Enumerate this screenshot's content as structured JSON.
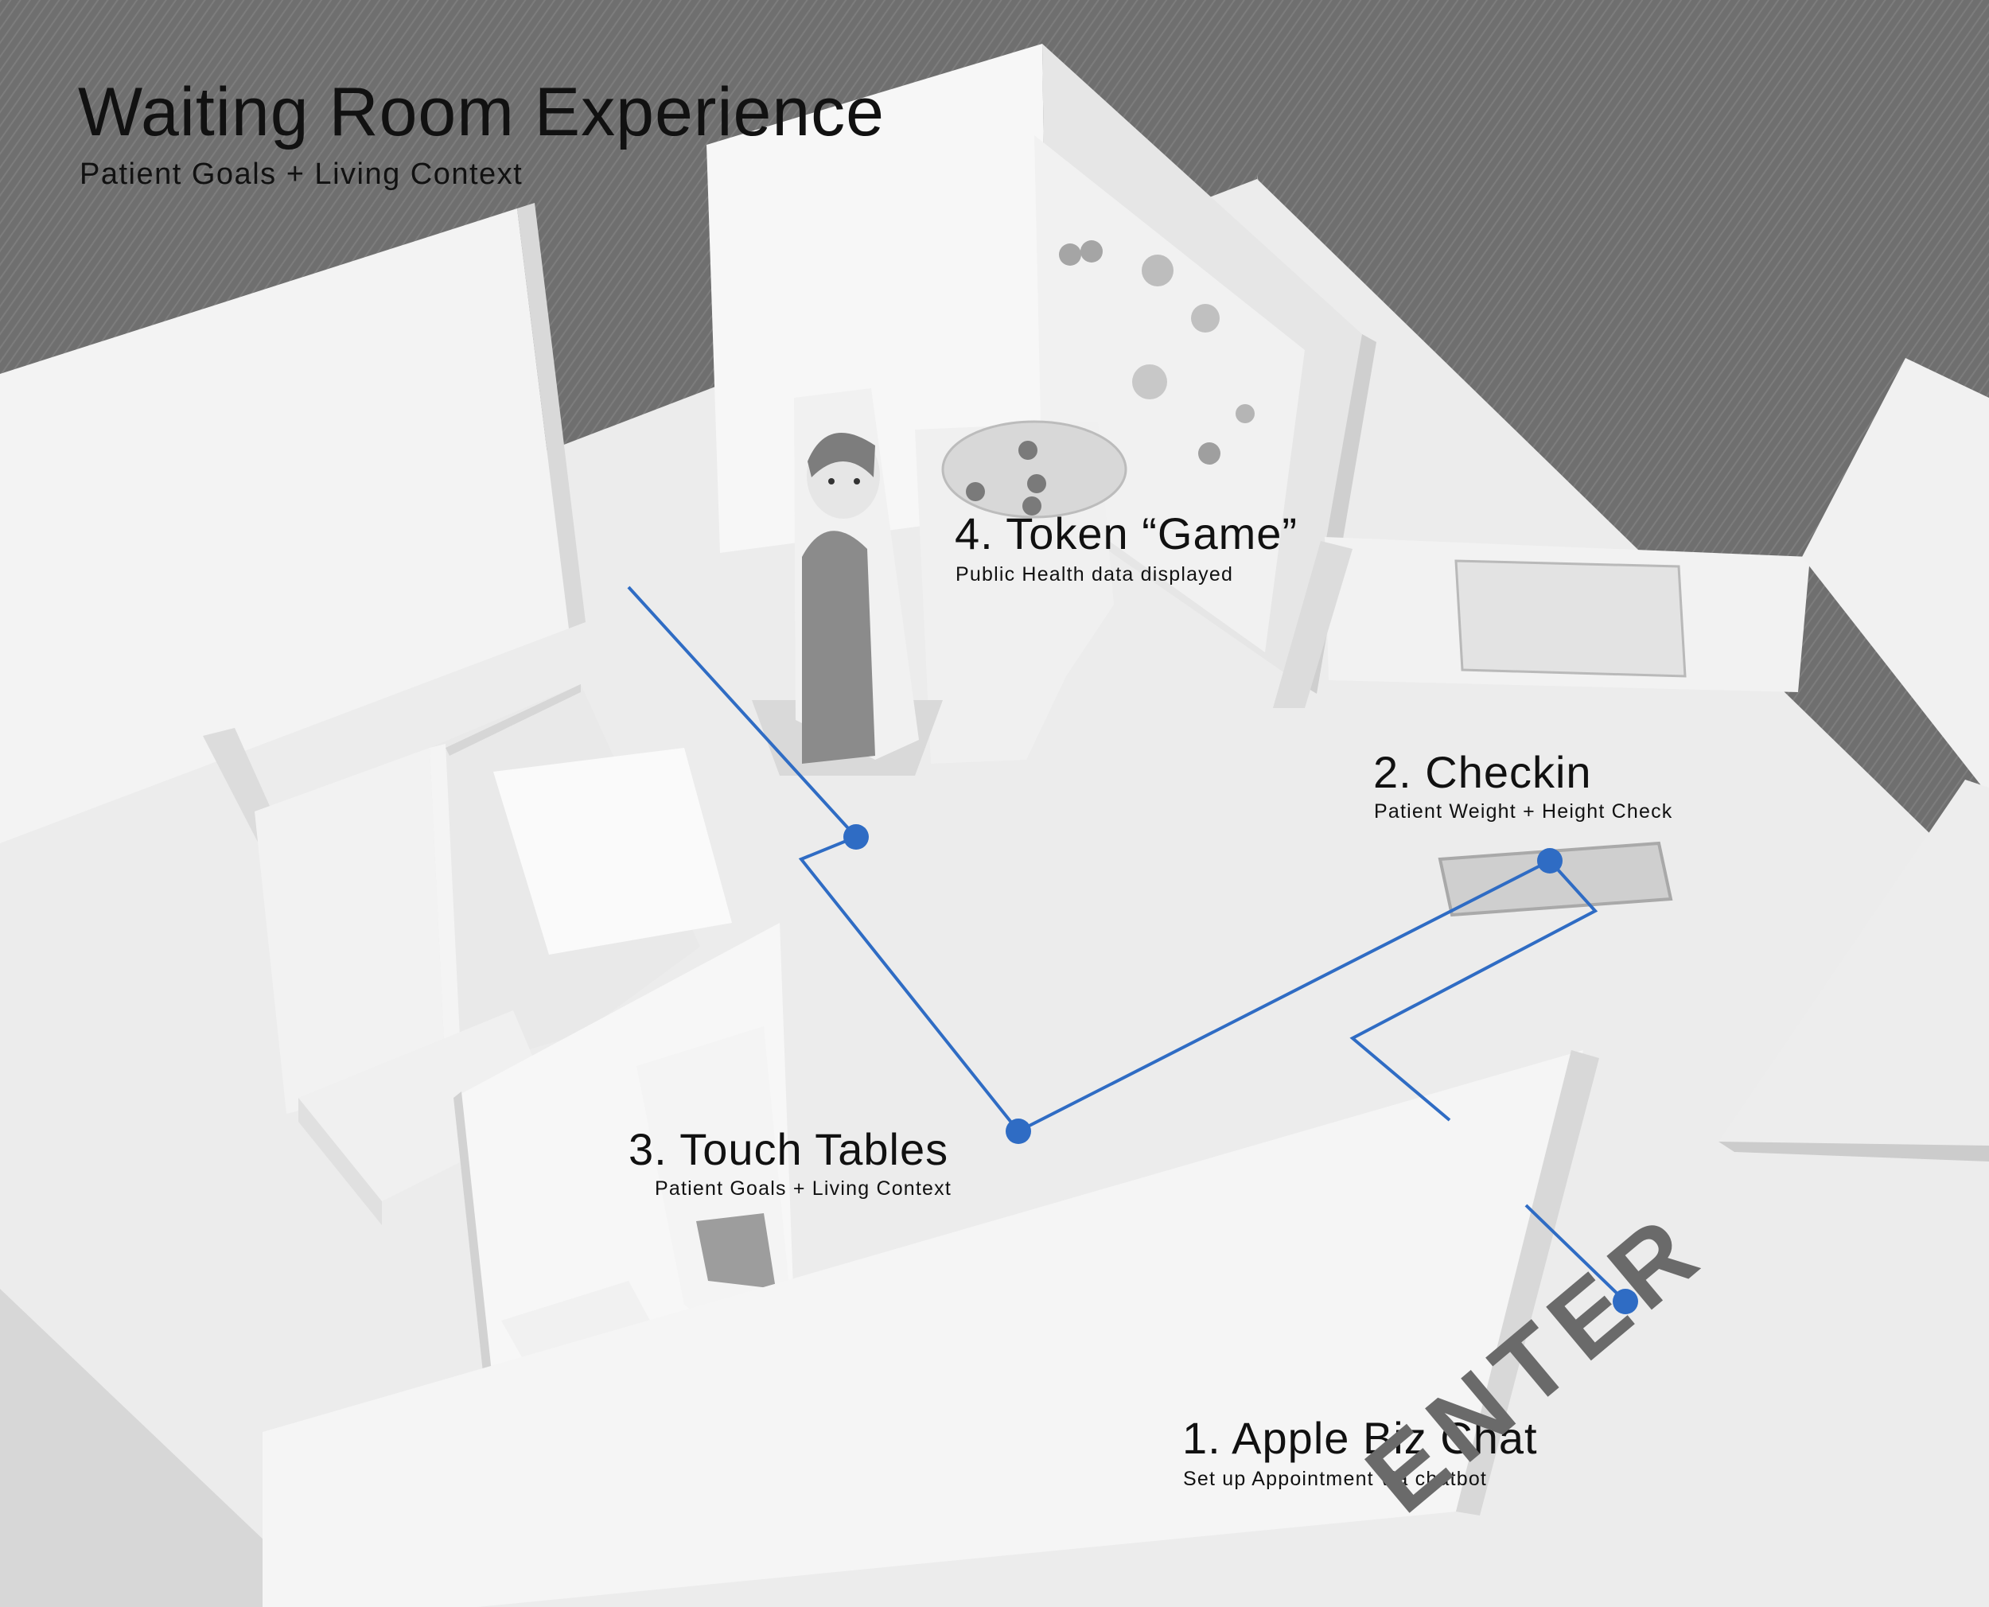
{
  "title": "Waiting Room Experience",
  "subtitle": "Patient Goals + Living Context",
  "enter_label": "ENTER",
  "colors": {
    "path": "#2f6cc4",
    "marker": "#2f6cc4",
    "floor": "#ebebeb",
    "carpet": "#727272"
  },
  "steps": [
    {
      "title": "1. Apple Biz Chat",
      "subtitle": "Set up Appointment via chatbot"
    },
    {
      "title": "2. Checkin",
      "subtitle": "Patient Weight + Height Check"
    },
    {
      "title": "3. Touch Tables",
      "subtitle": "Patient Goals + Living Context"
    },
    {
      "title": "4. Token “Game”",
      "subtitle": "Public Health data displayed"
    }
  ]
}
